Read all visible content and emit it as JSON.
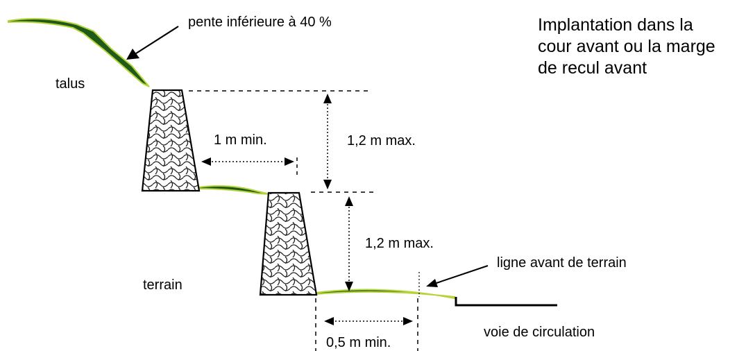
{
  "title": "Implantation dans la cour avant ou la marge de recul avant",
  "title_lines": [
    "Implantation dans la",
    "cour avant ou la marge",
    "de recul avant"
  ],
  "labels": {
    "slope_note": "pente inférieure à 40 %",
    "talus": "talus",
    "spacing_walls": "1 m min.",
    "height_upper": "1,2 m max.",
    "height_lower": "1,2 m max.",
    "front_line": "ligne avant de terrain",
    "terrain": "terrain",
    "setback": "0,5 m min.",
    "road": "voie de circulation"
  },
  "colors": {
    "ground_fill": "#1f5a1a",
    "ground_edge": "#b6d43a",
    "stroke": "#000000"
  }
}
